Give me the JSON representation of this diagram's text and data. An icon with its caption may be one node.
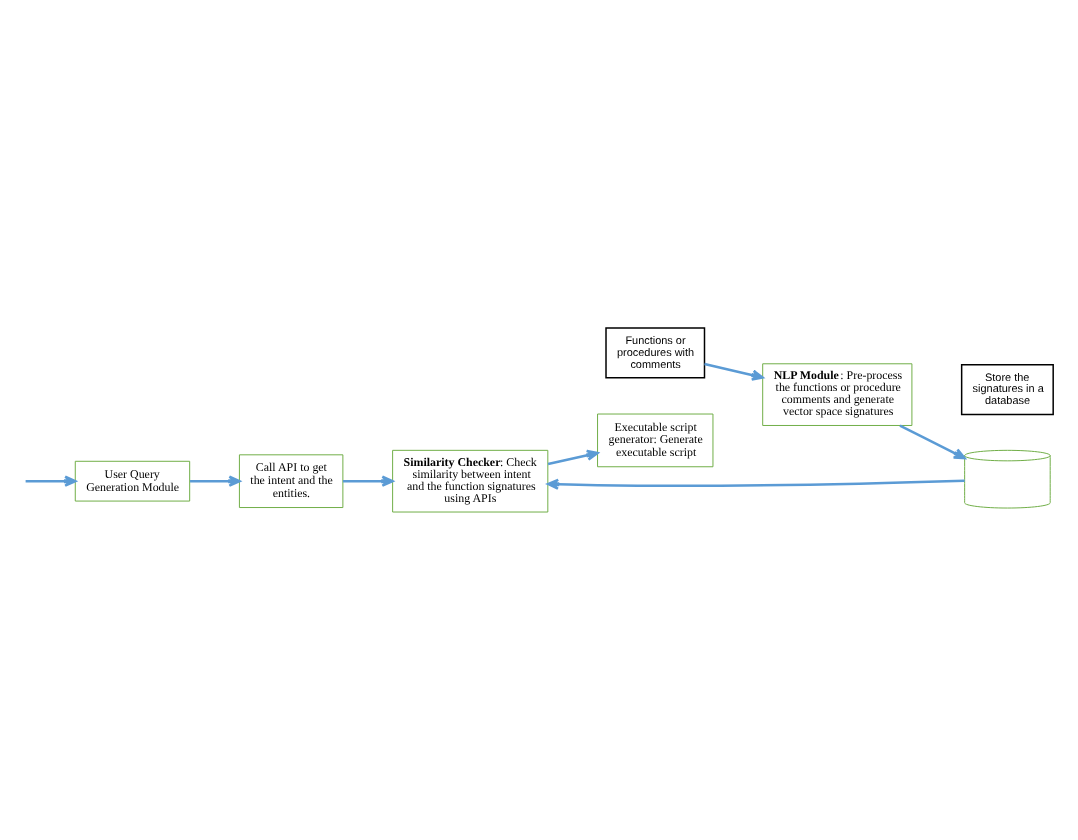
{
  "diagram": {
    "nodes": [
      {
        "text": [
          "User Query Generation Module"
        ]
      },
      {
        "text": [
          "Call API to get the intent and the entities."
        ]
      },
      {
        "text": [
          "Executable script generator: Generate executable script"
        ]
      },
      {
        "text": [
          "**Similarity Checker**: Check similarity between intent and the function signatures using APIs"
        ]
      },
      {
        "text": [
          "**NLP Module**: Pre-process the functions or procedure comments and generate vector space signatures"
        ]
      },
      {
        "text": [
          "Functions or procedures with comments"
        ]
      },
      {
        "text": [],
        "shape": "cylinder"
      },
      {
        "text": [
          "Store the signatures in a database"
        ]
      }
    ],
    "edges": [
      {
        "from": null,
        "to": 0,
        "arrow": "to"
      },
      {
        "from": 0,
        "to": 1,
        "arrow": "to"
      },
      {
        "from": 1,
        "to": 3,
        "arrow": "to"
      },
      {
        "from": 3,
        "to": 2,
        "arrow": "to"
      },
      {
        "from": 5,
        "to": 4,
        "arrow": "to"
      },
      {
        "from": 4,
        "to": 6,
        "arrow": "to"
      },
      {
        "from": 6,
        "to": 3,
        "arrow": "to"
      }
    ]
  }
}
